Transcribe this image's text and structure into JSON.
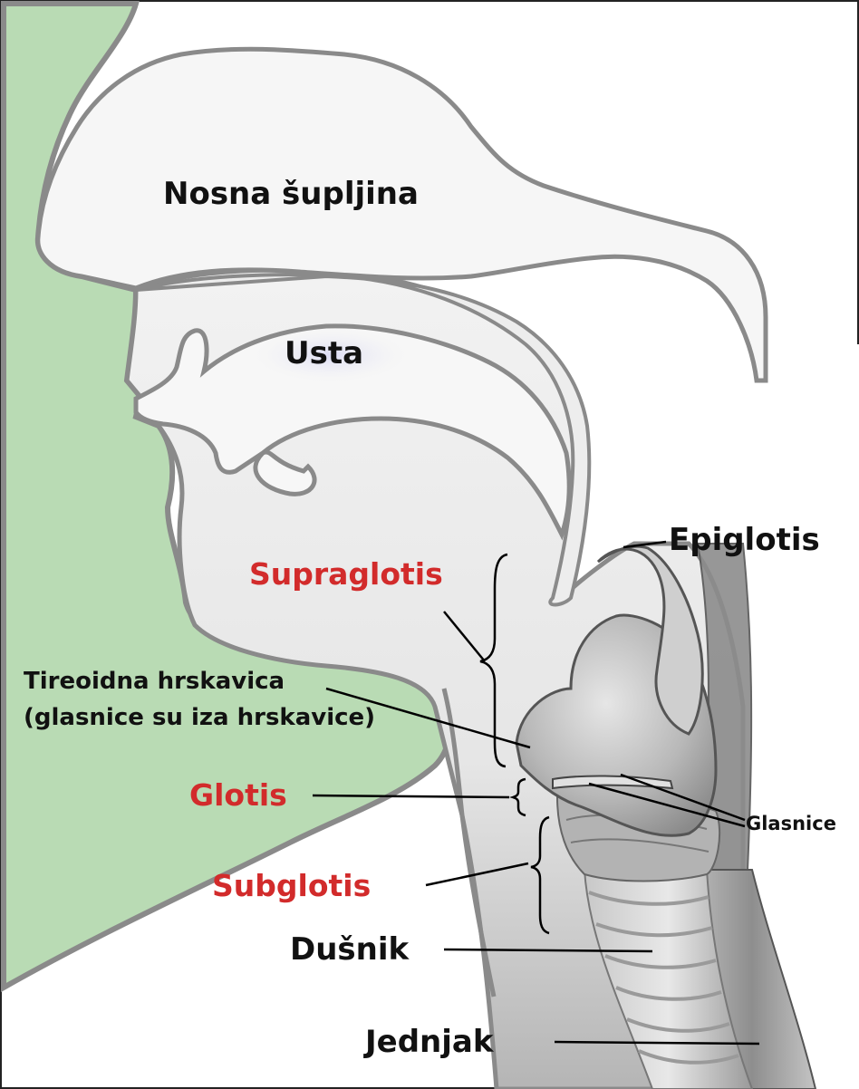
{
  "labels": {
    "nosna_supljina": "Nosna šupljina",
    "usta": "Usta",
    "epiglotis": "Epiglotis",
    "supraglotis": "Supraglotis",
    "tireoidna_line1": "Tireoidna hrskavica",
    "tireoidna_line2": "(glasnice su iza hrskavice)",
    "glotis": "Glotis",
    "glasnice": "Glasnice",
    "subglotis": "Subglotis",
    "dusnik": "Dušnik",
    "jednjak": "Jednjak"
  },
  "colors": {
    "skin": "#b9dbb4",
    "outline": "#8a8a8a",
    "tissue": "#f4f4f4",
    "cartilage": "#c9c9c9",
    "label_red": "#d22b2b",
    "label_black": "#111111"
  }
}
